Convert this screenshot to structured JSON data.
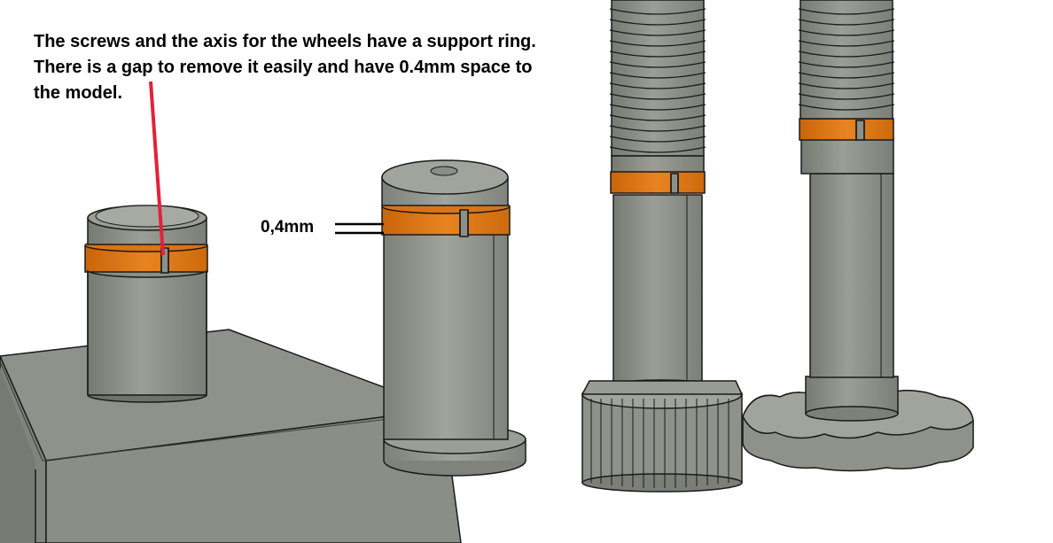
{
  "annotation": {
    "lines": [
      "The screws and the axis for the wheels have a support ring.",
      "There is a gap to remove it easily and have 0.4mm space to",
      "the model."
    ],
    "gap_label": "0,4mm"
  },
  "colors": {
    "part_body": "#8c9088",
    "part_light": "#a3a79f",
    "part_dark": "#6f736c",
    "support_ring": "#dd7712",
    "outline": "#1a1a1a",
    "leader_line": "#e2223a"
  }
}
